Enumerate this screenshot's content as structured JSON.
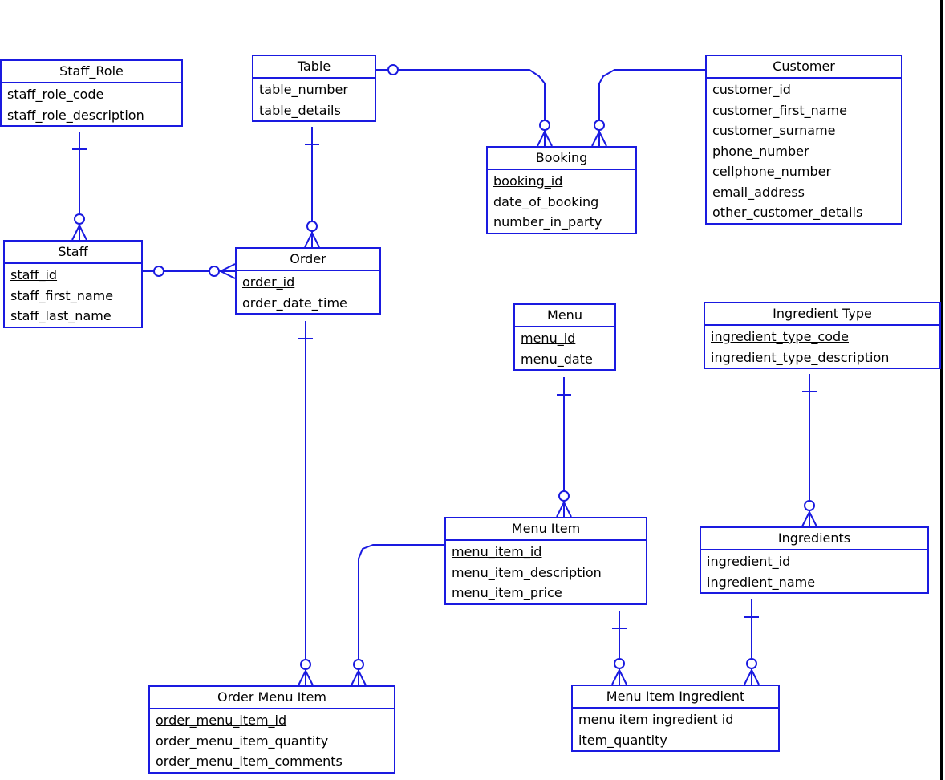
{
  "entities": [
    {
      "key": "staff_role",
      "name": "Staff_Role",
      "attributes": [
        {
          "name": "staff_role_code",
          "pk": true
        },
        {
          "name": "staff_role_description",
          "pk": false
        }
      ]
    },
    {
      "key": "table",
      "name": "Table",
      "attributes": [
        {
          "name": "table_number",
          "pk": true
        },
        {
          "name": "table_details",
          "pk": false
        }
      ]
    },
    {
      "key": "customer",
      "name": "Customer",
      "attributes": [
        {
          "name": "customer_id",
          "pk": true
        },
        {
          "name": "customer_first_name",
          "pk": false
        },
        {
          "name": "customer_surname",
          "pk": false
        },
        {
          "name": "phone_number",
          "pk": false
        },
        {
          "name": "cellphone_number",
          "pk": false
        },
        {
          "name": "email_address",
          "pk": false
        },
        {
          "name": "other_customer_details",
          "pk": false
        }
      ]
    },
    {
      "key": "booking",
      "name": "Booking",
      "attributes": [
        {
          "name": "booking_id",
          "pk": true
        },
        {
          "name": "date_of_booking",
          "pk": false
        },
        {
          "name": "number_in_party",
          "pk": false
        }
      ]
    },
    {
      "key": "staff",
      "name": "Staff",
      "attributes": [
        {
          "name": "staff_id",
          "pk": true
        },
        {
          "name": "staff_first_name",
          "pk": false
        },
        {
          "name": "staff_last_name",
          "pk": false
        }
      ]
    },
    {
      "key": "order",
      "name": "Order",
      "attributes": [
        {
          "name": "order_id",
          "pk": true
        },
        {
          "name": "order_date_time",
          "pk": false
        }
      ]
    },
    {
      "key": "menu",
      "name": "Menu",
      "attributes": [
        {
          "name": "menu_id",
          "pk": true
        },
        {
          "name": "menu_date",
          "pk": false
        }
      ]
    },
    {
      "key": "ingredient_type",
      "name": "Ingredient Type",
      "attributes": [
        {
          "name": "ingredient_type_code",
          "pk": true
        },
        {
          "name": "ingredient_type_description",
          "pk": false
        }
      ]
    },
    {
      "key": "menu_item",
      "name": "Menu Item",
      "attributes": [
        {
          "name": "menu_item_id",
          "pk": true
        },
        {
          "name": "menu_item_description",
          "pk": false
        },
        {
          "name": "menu_item_price",
          "pk": false
        }
      ]
    },
    {
      "key": "ingredients",
      "name": "Ingredients",
      "attributes": [
        {
          "name": "ingredient_id",
          "pk": true
        },
        {
          "name": "ingredient_name",
          "pk": false
        }
      ]
    },
    {
      "key": "order_menu_item",
      "name": "Order Menu Item",
      "attributes": [
        {
          "name": "order_menu_item_id",
          "pk": true
        },
        {
          "name": "order_menu_item_quantity",
          "pk": false
        },
        {
          "name": "order_menu_item_comments",
          "pk": false
        }
      ]
    },
    {
      "key": "menu_item_ingredient",
      "name": "Menu Item Ingredient",
      "attributes": [
        {
          "name": "menu item ingredient id",
          "pk": true
        },
        {
          "name": "item_quantity",
          "pk": false
        }
      ]
    }
  ],
  "relationships": [
    {
      "from": "table",
      "to": "booking",
      "from_end": "zero-or-one",
      "to_end": "zero-or-many"
    },
    {
      "from": "customer",
      "to": "booking",
      "from_end": "one",
      "to_end": "zero-or-many"
    },
    {
      "from": "staff_role",
      "to": "staff",
      "from_end": "one",
      "to_end": "zero-or-many"
    },
    {
      "from": "table",
      "to": "order",
      "from_end": "one",
      "to_end": "zero-or-many"
    },
    {
      "from": "staff",
      "to": "order",
      "from_end": "zero-or-one",
      "to_end": "zero-or-many"
    },
    {
      "from": "order",
      "to": "order_menu_item",
      "from_end": "one",
      "to_end": "zero-or-many"
    },
    {
      "from": "menu_item",
      "to": "order_menu_item",
      "from_end": "one",
      "to_end": "zero-or-many"
    },
    {
      "from": "menu",
      "to": "menu_item",
      "from_end": "one",
      "to_end": "zero-or-many"
    },
    {
      "from": "menu_item",
      "to": "menu_item_ingredient",
      "from_end": "one",
      "to_end": "zero-or-many"
    },
    {
      "from": "ingredient_type",
      "to": "ingredients",
      "from_end": "one",
      "to_end": "zero-or-many"
    },
    {
      "from": "ingredients",
      "to": "menu_item_ingredient",
      "from_end": "one",
      "to_end": "zero-or-many"
    }
  ],
  "colors": {
    "line": "#1a1ae0",
    "box_border": "#1a1ae0",
    "text": "#000000",
    "edge": "#000000"
  }
}
